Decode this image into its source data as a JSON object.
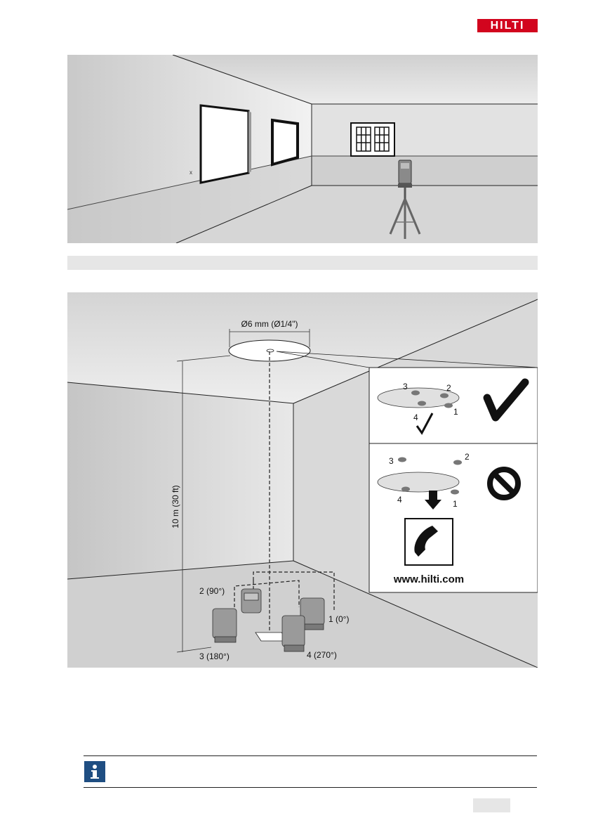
{
  "header": {
    "logo_text": "HILTI",
    "brand_color": "#d2051e"
  },
  "figure1": {
    "description_icon": "rotating-laser-on-tripod"
  },
  "figure2": {
    "diameter_label": "Ø6 mm (Ø1/4\")",
    "height_label": "10 m (30 ft)",
    "positions": [
      "1 (0°)",
      "2 (90°)",
      "3 (180°)",
      "4 (270°)"
    ],
    "inset_ok": {
      "numbers": [
        "1",
        "2",
        "3",
        "4"
      ],
      "icon": "checkmark-icon"
    },
    "inset_fail": {
      "numbers": [
        "1",
        "2",
        "3",
        "4"
      ],
      "icon": "prohibited-icon",
      "phone_icon": "phone-icon",
      "website": "www.hilti.com"
    }
  },
  "info": {
    "icon": "info-icon"
  }
}
